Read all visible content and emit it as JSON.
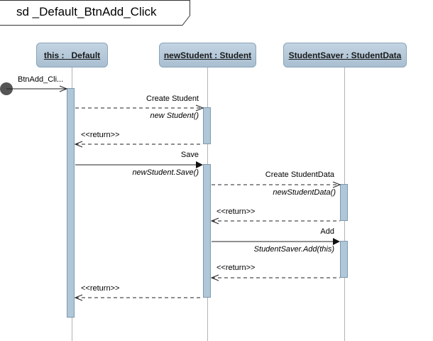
{
  "frame": {
    "title": "sd _Default_BtnAdd_Click"
  },
  "lifelines": [
    {
      "name": "this : _Default"
    },
    {
      "name": "newStudent : Student"
    },
    {
      "name": "StudentSaver : StudentData"
    }
  ],
  "messages": [
    {
      "label": "BtnAdd_Cli...",
      "kind": "found"
    },
    {
      "label": "Create Student",
      "operation": "new Student()",
      "kind": "create"
    },
    {
      "label": "<<return>>",
      "kind": "return"
    },
    {
      "label": "Save",
      "operation": "newStudent.Save()",
      "kind": "sync"
    },
    {
      "label": "Create StudentData",
      "operation": "newStudentData()",
      "kind": "create"
    },
    {
      "label": "<<return>>",
      "kind": "return"
    },
    {
      "label": "Add",
      "operation": "StudentSaver.Add(this)",
      "kind": "sync"
    },
    {
      "label": "<<return>>",
      "kind": "return"
    },
    {
      "label": "<<return>>",
      "kind": "return"
    }
  ]
}
